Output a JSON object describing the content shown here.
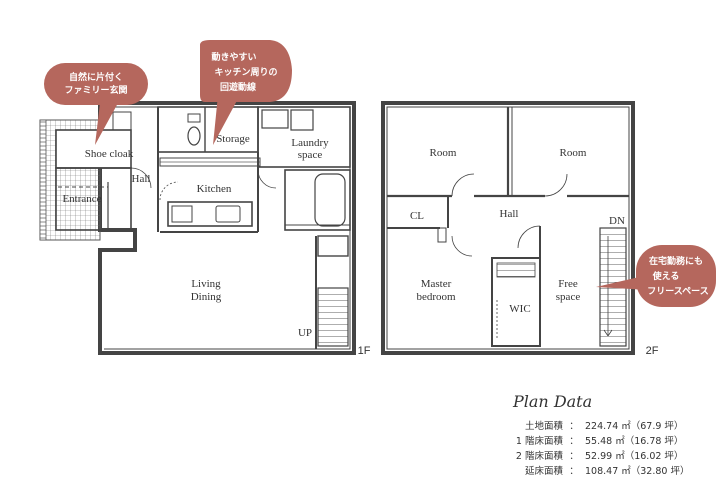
{
  "floor_1": {
    "floor_label": "1F",
    "rooms": {
      "shoe_cloak": "Shoe cloak",
      "entrance": "Entrance",
      "hall": "Hall",
      "storage": "Storage",
      "laundry_line1": "Laundry",
      "laundry_line2": "space",
      "kitchen": "Kitchen",
      "living": "Living",
      "dining": "Dining",
      "up": "UP"
    }
  },
  "floor_2": {
    "floor_label": "2F",
    "rooms": {
      "room_left": "Room",
      "room_right": "Room",
      "cl": "CL",
      "hall": "Hall",
      "dn": "DN",
      "master_line1": "Master",
      "master_line2": "bedroom",
      "wic": "WIC",
      "free_line1": "Free",
      "free_line2": "space"
    }
  },
  "callouts": {
    "family_entrance": [
      "自然に片付く",
      "ファミリー玄関"
    ],
    "kitchen_circulation": [
      "動きやすい",
      "キッチン周りの",
      "回遊動線"
    ],
    "free_space": [
      "在宅勤務にも",
      "使える",
      "フリースペース"
    ]
  },
  "plan_data": {
    "title": "Plan Data",
    "rows": [
      {
        "label": "土地面積",
        "value": "224.74 ㎡（67.9 坪）"
      },
      {
        "label": "1 階床面積",
        "value": "55.48 ㎡（16.78 坪）"
      },
      {
        "label": "2 階床面積",
        "value": "52.99 ㎡（16.02 坪）"
      },
      {
        "label": "延床面積",
        "value": "108.47 ㎡（32.80 坪）"
      }
    ]
  },
  "colors": {
    "wall": "#444444",
    "callout": "#b5675d",
    "background": "#ffffff"
  }
}
